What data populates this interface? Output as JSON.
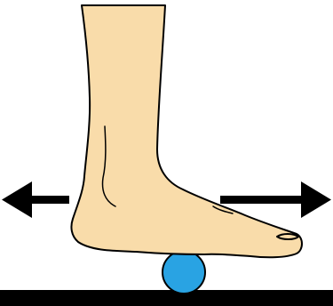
{
  "diagram": {
    "colors": {
      "background": "#ffffff",
      "skin": "#f9dcaa",
      "outline": "#000000",
      "ball": "#29a3e3",
      "arrow": "#000000",
      "floor": "#000000"
    },
    "elements": [
      "foot",
      "massage-ball",
      "left-arrow",
      "right-arrow",
      "floor"
    ]
  }
}
